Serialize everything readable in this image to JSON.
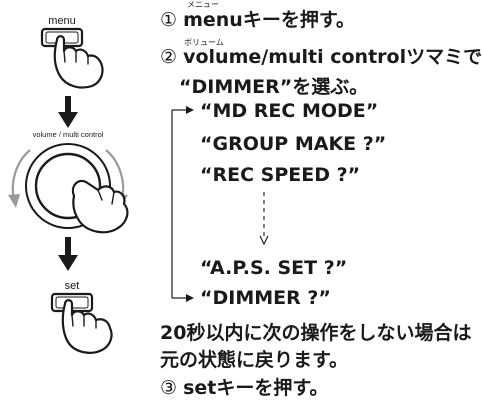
{
  "figure": {
    "menu_key_label": "menu",
    "dial_label": "volume / multi control",
    "set_key_label": "set"
  },
  "steps": [
    {
      "number": "①",
      "ruby": "メニュー",
      "key": "menu",
      "text": "キーを押す。"
    },
    {
      "number": "②",
      "ruby": "ボリューム",
      "key": "volume/multi control",
      "text": "ツマミで"
    },
    {
      "number": "③",
      "key": "set",
      "text": "キーを押す。"
    }
  ],
  "step2_line2": "“DIMMER”を選ぶ。",
  "options": [
    "“MD REC MODE”",
    "“GROUP MAKE ?”",
    "“REC SPEED ?”",
    "“A.P.S. SET ?”",
    "“DIMMER ?”"
  ],
  "note_line1": "20秒以内に次の操作をしない場合は",
  "note_line2": "元の状態に戻ります。"
}
